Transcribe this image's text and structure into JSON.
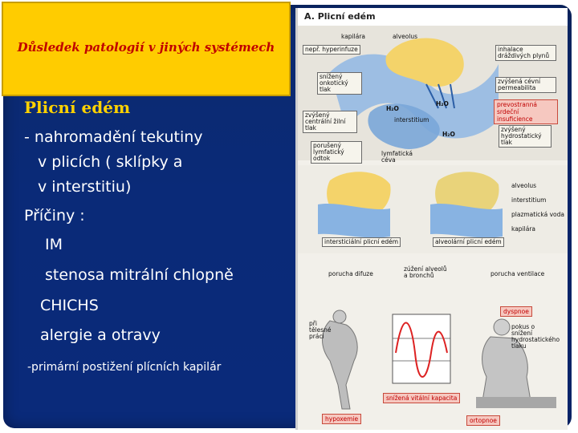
{
  "slide": {
    "title": "Důsledek patologií v jiných systémech",
    "heading": "Plicní edém",
    "lines": [
      "- nahromadění tekutiny",
      "v plicích ( sklípky a",
      "v interstitiu)",
      "Příčiny :",
      "IM",
      "stenosa mitrální chlopně",
      "CHICHS",
      "alergie a otravy"
    ],
    "footnote": "-primární postižení plícních kapilár"
  },
  "figure": {
    "title": "A. Plicní edém",
    "top_labels": {
      "kapilara": "kapilára",
      "alveolus": "alveolus",
      "nepri_hyperinfuze": "nepř. hyperinfuze",
      "snizeny_onkoticky": "snížený onkotický tlak",
      "zvyseny_centralni": "zvýšený centrální žilní tlak",
      "poruseny_lymfaticky": "porušený lymfatický odtok",
      "lymfaticka_ceva": "lymfatická céva",
      "interstitium": "interstitium",
      "h2o_1": "H₂O",
      "h2o_2": "H₂O",
      "h2o_3": "H₂O",
      "inhalace": "inhalace dráždivých plynů",
      "zvysena_propustnost": "zvýšená cévní permeabilita",
      "prevostranna": "prevostranná srdeční insuficience",
      "zvyseny_hydrostaticky": "zvýšený hydrostatický tlak"
    },
    "mid_labels": {
      "alveolus": "alveolus",
      "interstitium": "interstitium",
      "plazmaticka_voda": "plazmatická voda",
      "kapilara": "kapilára",
      "intersticialni": "intersticiální plicní edém",
      "alveolarni": "alveolární plicní edém",
      "porucha_difuze": "porucha difuze",
      "zuzeni": "zúžení alveolů a bronchů",
      "porucha_ventilace": "porucha ventilace"
    },
    "bottom_labels": {
      "dyspnoe": "dyspnoe",
      "pri_telesne_praci": "při tělesné práci",
      "pokus": "pokus o snížení hydrostatického tlaku",
      "snizena_kapacita": "snížená vitální kapacita",
      "hypoxemie": "hypoxemie",
      "ortopnoe": "ortopnoe"
    }
  }
}
